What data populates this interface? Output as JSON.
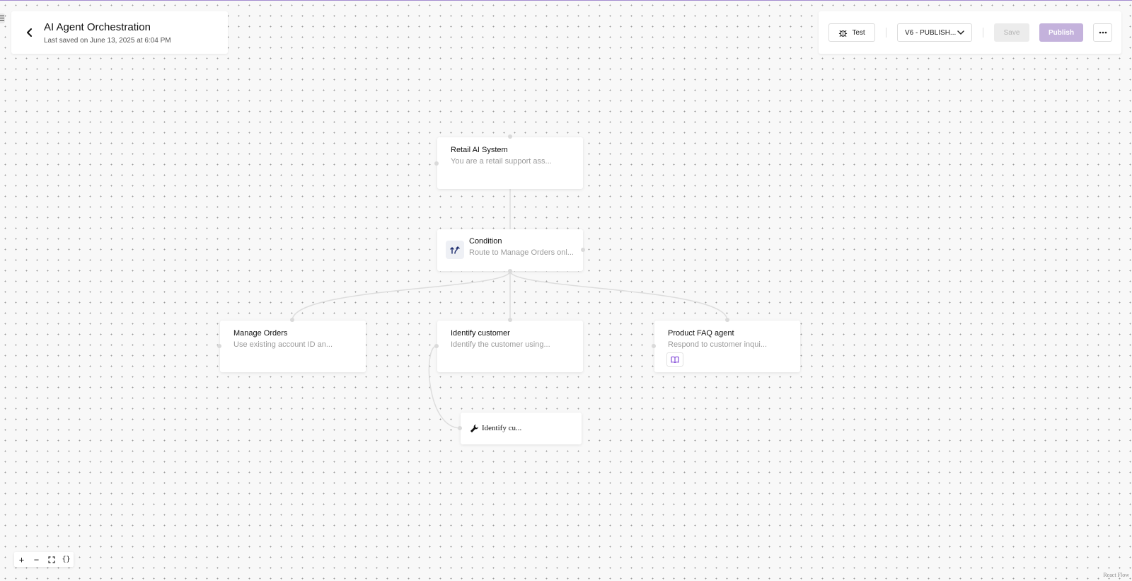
{
  "header": {
    "title": "AI Agent Orchestration",
    "subtitle": "Last saved on June 13, 2025 at 6:04 PM"
  },
  "toolbar": {
    "test_label": "Test",
    "version_label": "V6 - PUBLISH...",
    "save_label": "Save",
    "publish_label": "Publish"
  },
  "nodes": {
    "retail": {
      "title": "Retail AI System",
      "desc": "You are a retail support ass..."
    },
    "condition": {
      "title": "Condition",
      "desc": "Route to Manage Orders onl..."
    },
    "manage_orders": {
      "title": "Manage Orders",
      "desc": "Use existing account ID an..."
    },
    "identify_customer": {
      "title": "Identify customer",
      "desc": "Identify the customer using..."
    },
    "product_faq": {
      "title": "Product FAQ agent",
      "desc": "Respond to customer inqui..."
    },
    "identify_tool": {
      "title": "Identify cu..."
    }
  },
  "controls": {
    "zoom_in": "+",
    "zoom_out": "−",
    "code": "{}"
  },
  "attribution": "React Flow",
  "colors": {
    "accent": "#c4b2dc",
    "edge": "#dddddd",
    "book_icon": "#7b3fd6"
  }
}
